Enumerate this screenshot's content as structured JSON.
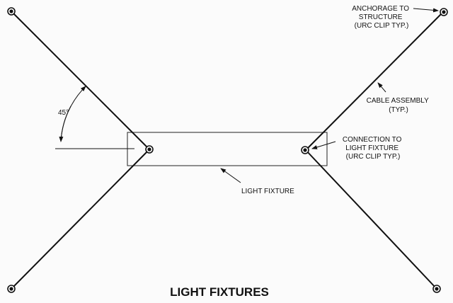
{
  "labels": {
    "angle": "45°",
    "anchorage": [
      "ANCHORAGE TO",
      "STRUCTURE",
      "(URC CLIP TYP.)"
    ],
    "cable": [
      "CABLE ASSEMBLY",
      "(TYP.)"
    ],
    "connection": [
      "CONNECTION TO",
      "LIGHT FIXTURE",
      "(URC CLIP TYP.)"
    ],
    "fixture": "LIGHT FIXTURE",
    "title": "LIGHT FIXTURES"
  }
}
